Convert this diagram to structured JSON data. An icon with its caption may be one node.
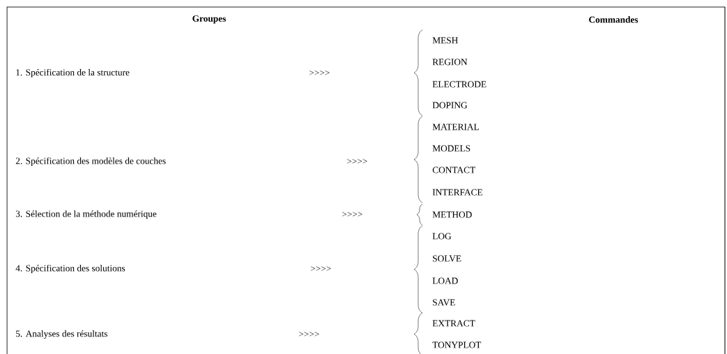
{
  "diagram": {
    "labels": [
      "Groupes",
      "Commandes",
      "1. Spécification de la structure",
      ">>>>",
      "MESH",
      "REGION",
      "ELECTRODE",
      "DOPING",
      "2. Spécification des modèles de couches",
      ">>>>",
      "MATERIAL",
      "MODELS",
      "CONTACT",
      "INTERFACE",
      "3. Sélection de la méthode numérique",
      ">>>>",
      "METHOD",
      "4. Spécification des solutions",
      ">>>>",
      "LOG",
      "SOLVE",
      "LOAD",
      "SAVE",
      "5. Analyses des résultats",
      ">>>>",
      "EXTRACT",
      "TONYPLOT"
    ]
  }
}
